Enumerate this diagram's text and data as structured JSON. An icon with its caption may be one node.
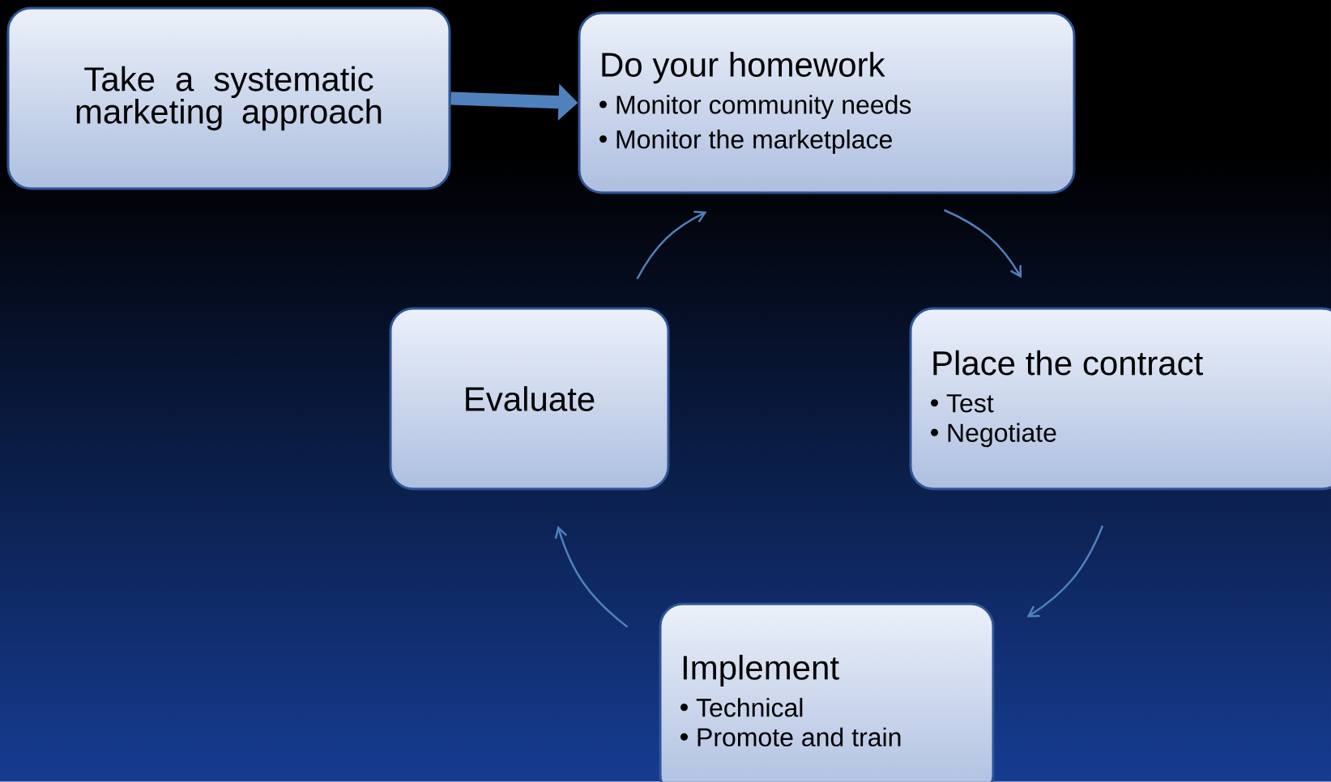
{
  "diagram": {
    "nodes": [
      {
        "text": [
          "Take a systematic marketing approach"
        ]
      },
      {
        "text": [
          "Do your homework",
          "Monitor community needs",
          "Monitor the marketplace"
        ]
      },
      {
        "text": [
          "Place the contract",
          "Test",
          "Negotiate"
        ]
      },
      {
        "text": [
          "Evaluate"
        ]
      },
      {
        "text": [
          "Implement",
          "Technical",
          "Promote and train"
        ]
      }
    ],
    "edges": [
      {
        "from": 0,
        "to": 1,
        "arrow": "to",
        "style": "thick"
      },
      {
        "from": 1,
        "to": 2,
        "arrow": "to"
      },
      {
        "from": 2,
        "to": 4,
        "arrow": "to"
      },
      {
        "from": 4,
        "to": 3,
        "arrow": "to"
      },
      {
        "from": 3,
        "to": 1,
        "arrow": "to"
      }
    ]
  }
}
